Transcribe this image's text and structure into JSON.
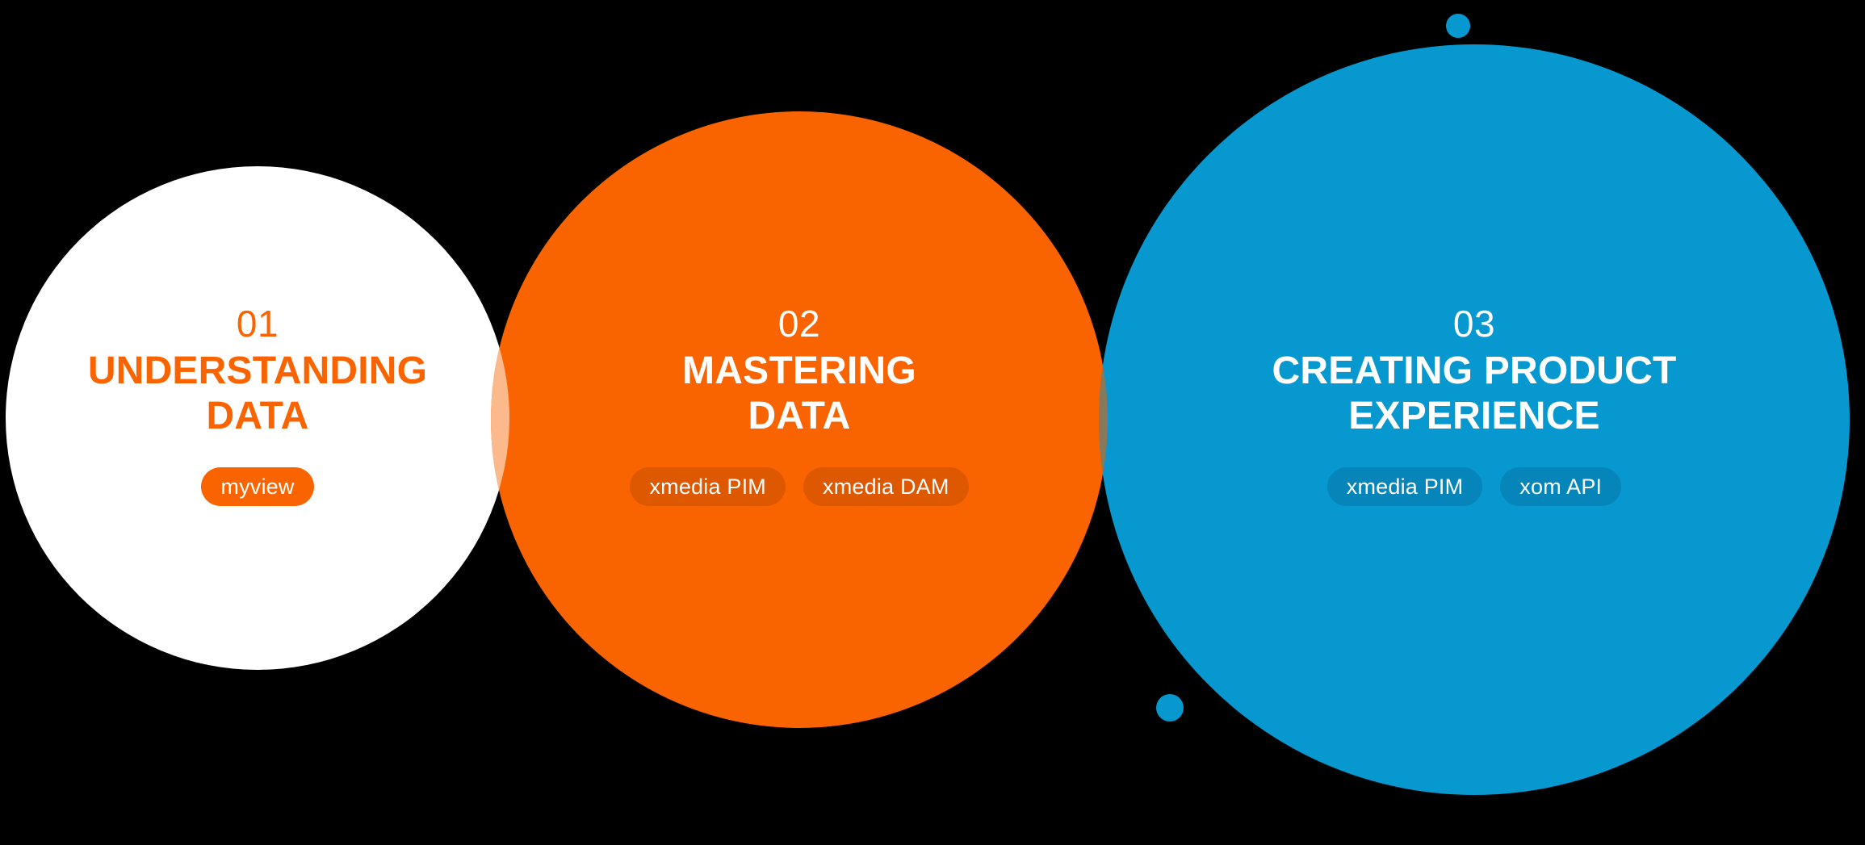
{
  "background_color": "#000000",
  "palette": {
    "white": "#FFFFFF",
    "orange": "#FA6400",
    "blue": "#0798CF",
    "overlap_white_orange": "#FBB98C",
    "overlap_orange_blue": "#87795C"
  },
  "diagram": {
    "type": "venn-three-circles",
    "steps": [
      {
        "number": "01",
        "title": "UNDERSTANDING\nDATA",
        "circle_color": "#FFFFFF",
        "text_color": "#F96400",
        "badges": [
          "myview"
        ]
      },
      {
        "number": "02",
        "title": "MASTERING\nDATA",
        "circle_color": "#FA6400",
        "text_color": "#FFFFFF",
        "badges": [
          "xmedia PIM",
          "xmedia DAM"
        ]
      },
      {
        "number": "03",
        "title": "CREATING PRODUCT\nEXPERIENCE",
        "circle_color": "#0798CF",
        "text_color": "#FFFFFF",
        "badges": [
          "xmedia PIM",
          "xom API"
        ]
      }
    ]
  }
}
